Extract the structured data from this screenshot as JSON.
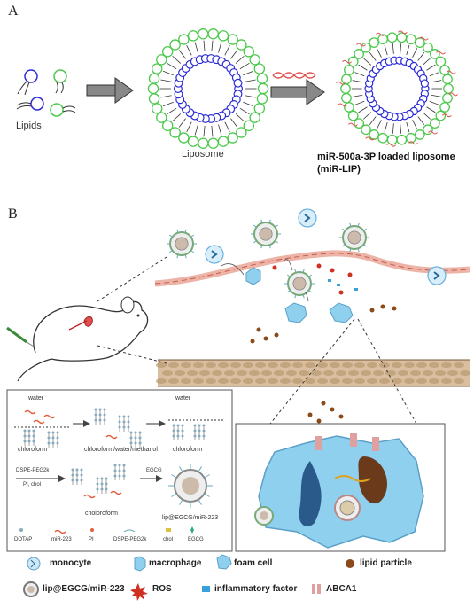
{
  "panel_a": {
    "letter": "A",
    "lipids_label": "Lipids",
    "liposome_label": "Liposome",
    "loaded_label_line1": "miR-500a-3P loaded liposome",
    "loaded_label_line2": "(miR-LIP)"
  },
  "panel_b": {
    "letter": "B",
    "inset": {
      "water_left": "water",
      "water_right": "water",
      "chloroform_left": "chloroform",
      "chloroform_mid": "chloroform/water/methanol",
      "chloroform_right": "chloroform",
      "reagent_top": "DSPE-PEG2k",
      "reagent_bottom": "PI, chol",
      "egcg_arrow": "EGCG",
      "choloroform": "choloroform",
      "product": "lip@EGCG/miR-223",
      "legend": [
        "DOTAP",
        "miR-223",
        "PI",
        "DSPE-PEG2k",
        "chol",
        "EGCG"
      ]
    }
  },
  "legend": {
    "monocyte": "monocyte",
    "macrophage": "macrophage",
    "foam_cell": "foam cell",
    "lipid_particle": "lipid particle",
    "lip": "lip@EGCG/miR-223",
    "ros": "ROS",
    "inflammatory": "inflammatory factor",
    "abca1": "ABCA1"
  },
  "colors": {
    "lipid_head_green": "#4cc94c",
    "lipid_head_blue": "#2b2bd6",
    "mirna_red": "#e05050",
    "cell_blue": "#8fd0ee",
    "lipid_particle_brown": "#8b4a1a"
  }
}
